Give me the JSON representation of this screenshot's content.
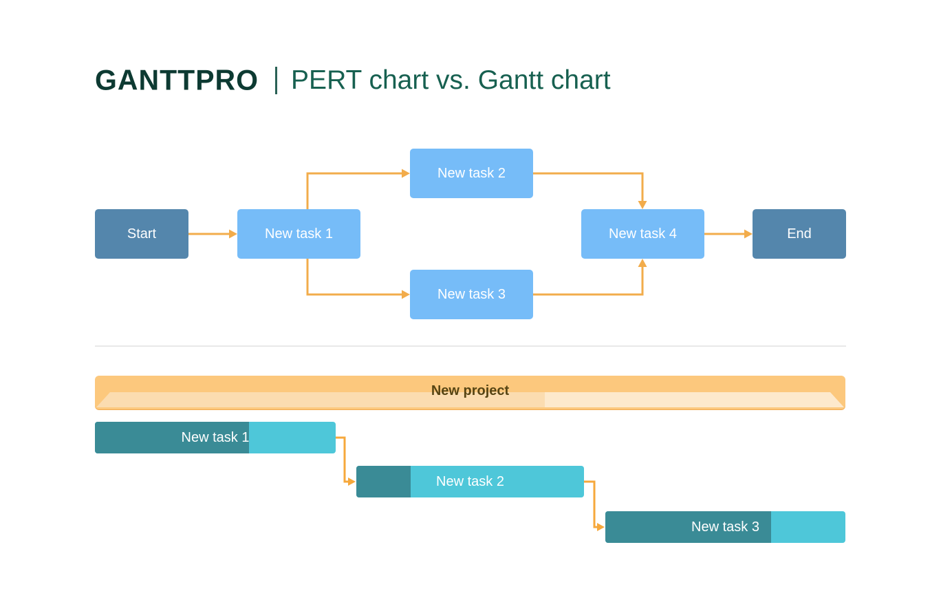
{
  "header": {
    "logo": "GANTTPRO",
    "title": "PERT chart vs. Gantt chart"
  },
  "pert": {
    "nodes": [
      {
        "id": "start",
        "label": "Start",
        "type": "milestone"
      },
      {
        "id": "task1",
        "label": "New task 1",
        "type": "task"
      },
      {
        "id": "task2",
        "label": "New task 2",
        "type": "task"
      },
      {
        "id": "task3",
        "label": "New task 3",
        "type": "task"
      },
      {
        "id": "task4",
        "label": "New task 4",
        "type": "task"
      },
      {
        "id": "end",
        "label": "End",
        "type": "milestone"
      }
    ],
    "edges": [
      {
        "from": "start",
        "to": "task1"
      },
      {
        "from": "task1",
        "to": "task2"
      },
      {
        "from": "task1",
        "to": "task3"
      },
      {
        "from": "task2",
        "to": "task4"
      },
      {
        "from": "task3",
        "to": "task4"
      },
      {
        "from": "task4",
        "to": "end"
      }
    ]
  },
  "gantt": {
    "project": {
      "label": "New project",
      "progress_percent": 60
    },
    "tasks": [
      {
        "label": "New task 1",
        "progress_percent": 64
      },
      {
        "label": "New task 2",
        "progress_percent": 24
      },
      {
        "label": "New task 3",
        "progress_percent": 69
      }
    ]
  },
  "colors": {
    "logo": "#0d3a32",
    "title": "#176050",
    "divider-teal": "#2a6155",
    "dark-blue": "#5486ac",
    "light-blue": "#76bcf8",
    "arrow": "#f2ac4b",
    "gantt-arrow": "#f6a83c",
    "project-orange": "#fcc87d",
    "project-inner-left": "#fbdcb0",
    "project-inner-right": "#fde9cc",
    "project-text": "#574514",
    "teal-dark": "#3a8b96",
    "teal-light": "#4ec7d9"
  }
}
